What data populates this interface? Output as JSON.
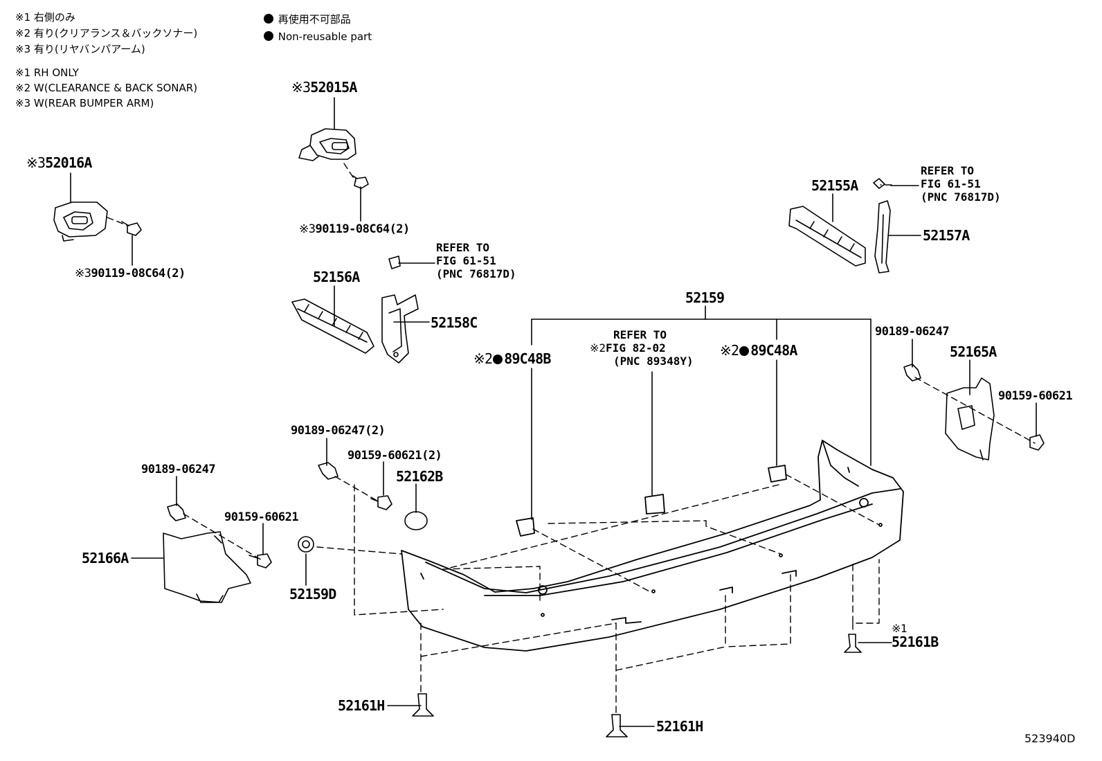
{
  "notes_jp": [
    "※1 右側のみ",
    "※2 有り(クリアランス＆バックソナー)",
    "※3 有り(リヤバンパアーム)"
  ],
  "notes_en": [
    "※1 RH ONLY",
    "※2 W(CLEARANCE & BACK SONAR)",
    "※3 W(REAR BUMPER ARM)"
  ],
  "legend": {
    "jp": "再使用不可部品",
    "en": "Non-reusable part"
  },
  "marks": {
    "m1": "※1",
    "m2": "※2",
    "m3": "※3"
  },
  "labels": {
    "p52015A": "52015A",
    "p52016A": "52016A",
    "p90119_a": "90119-08C64(2)",
    "p90119_b": "90119-08C64(2)",
    "p52156A": "52156A",
    "p52158C": "52158C",
    "p52155A": "52155A",
    "p52157A": "52157A",
    "p52159": "52159",
    "p89C48B": "89C48B",
    "p89C48A": "89C48A",
    "p90189_right": "90189-06247",
    "p52165A": "52165A",
    "p90159_right": "90159-60621",
    "p90189_mid": "90189-06247(2)",
    "p90159_mid": "90159-60621(2)",
    "p52162B": "52162B",
    "p90189_left": "90189-06247",
    "p90159_left": "90159-60621",
    "p52166A": "52166A",
    "p52159D": "52159D",
    "p52161B": "52161B",
    "p52161H_a": "52161H",
    "p52161H_b": "52161H"
  },
  "refs": {
    "ref1": "REFER TO\nFIG 61-51\n(PNC 76817D)",
    "ref2": "REFER TO\nFIG 61-51\n(PNC 76817D)",
    "ref3_line1": "REFER TO",
    "ref3_line2": "FIG 82-02",
    "ref3_line3": "(PNC 89348Y)"
  },
  "figure_code": "523940D"
}
